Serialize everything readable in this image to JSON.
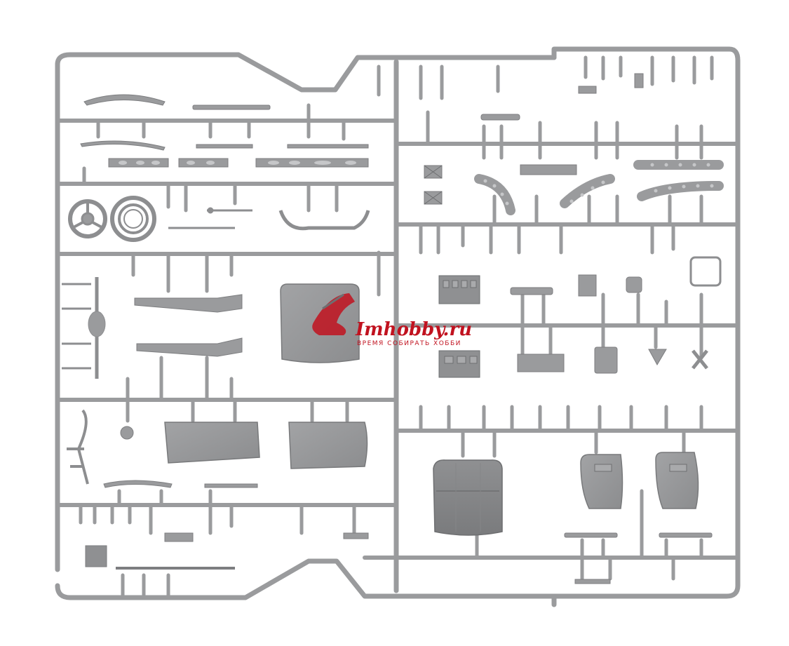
{
  "photo": {
    "subject": "sprue",
    "colors": {
      "background": "#ffffff",
      "plastic": "#9a9b9d",
      "plastic_light": "#a9aaac",
      "plastic_dark": "#7d7e80",
      "watermark": "#c1121f"
    }
  },
  "watermark": {
    "brand": "Imhobby.ru",
    "tagline": "ВРЕМЯ СОБИРАТЬ ХОББИ"
  }
}
